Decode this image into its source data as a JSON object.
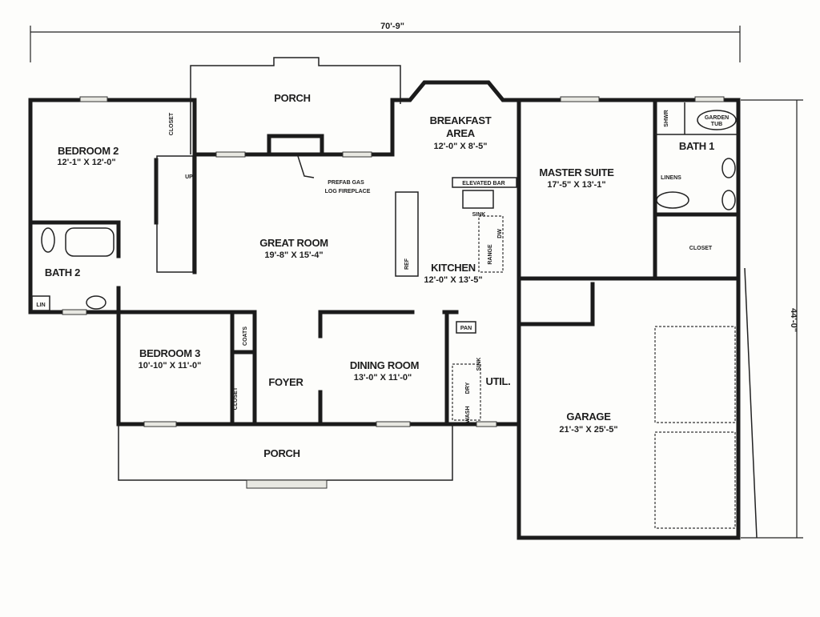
{
  "dimensions": {
    "width": "70'-9\"",
    "depth": "44'-0\""
  },
  "rooms": {
    "porch_rear": {
      "name": "PORCH"
    },
    "breakfast": {
      "name": "BREAKFAST",
      "name2": "AREA",
      "size": "12'-0\" X 8'-5\""
    },
    "bedroom2": {
      "name": "BEDROOM 2",
      "size": "12'-1\" X 12'-0\""
    },
    "great_room": {
      "name": "GREAT ROOM",
      "size": "19'-8\" X 15'-4\""
    },
    "master": {
      "name": "MASTER SUITE",
      "size": "17'-5\" X 13'-1\""
    },
    "bath1": {
      "name": "BATH 1"
    },
    "bath2": {
      "name": "BATH 2"
    },
    "kitchen": {
      "name": "KITCHEN",
      "size": "12'-0\" X 13'-5\""
    },
    "bedroom3": {
      "name": "BEDROOM 3",
      "size": "10'-10\" X 11'-0\""
    },
    "foyer": {
      "name": "FOYER"
    },
    "dining": {
      "name": "DINING ROOM",
      "size": "13'-0\" X 11'-0\""
    },
    "util": {
      "name": "UTIL."
    },
    "garage": {
      "name": "GARAGE",
      "size": "21'-3\" X 25'-5\""
    },
    "porch_front": {
      "name": "PORCH"
    }
  },
  "fixtures": {
    "fireplace1": "PREFAB GAS",
    "fireplace2": "LOG FIREPLACE",
    "closet": "CLOSET",
    "coats": "COATS",
    "up": "UP",
    "lin": "LIN",
    "linens": "LINENS",
    "shower": "SHWR",
    "garden_tub1": "GARDEN",
    "garden_tub2": "TUB",
    "elevated_bar": "ELEVATED BAR",
    "sink": "SINK",
    "range": "RANGE",
    "dw": "DW",
    "ref": "REF",
    "pan": "PAN",
    "dry": "DRY",
    "wash": "WASH",
    "util_sink": "SINK"
  }
}
